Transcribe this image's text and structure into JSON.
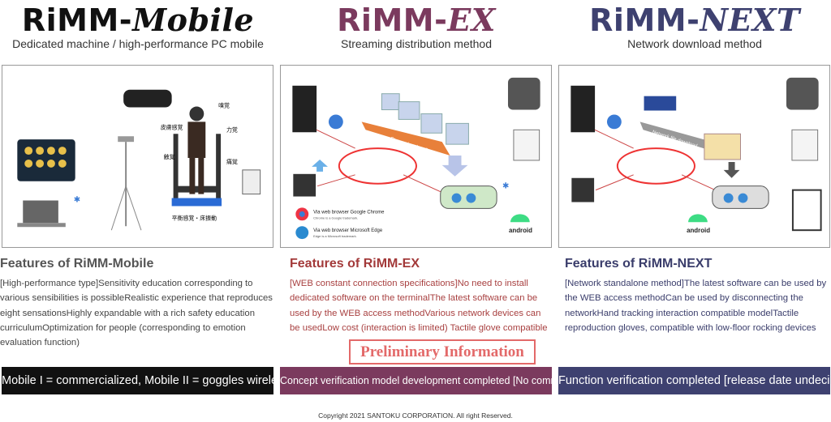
{
  "products": [
    {
      "logo_main": "RiMM-",
      "logo_suffix": "Mobile",
      "subtitle": "Dedicated machine / high-performance PC mobile",
      "features_title": "Features of RiMM-Mobile",
      "features_text": "[High-performance type]Sensitivity education corresponding to various sensibilities is possibleRealistic experience that reproduces eight sensationsHighly expandable with a rich safety education curriculumOptimization for people (corresponding to emotion evaluation function)",
      "status": "Mobile I = commercialized, Mobile II = goggles wireless",
      "color": "#111111",
      "heading_color": "#555555",
      "text_color": "#444444",
      "labels": [
        "嗅覚",
        "皮膚感覚",
        "力覚",
        "触覚",
        "痛覚",
        "平衡感覚・床振動"
      ]
    },
    {
      "logo_main": "RiMM-",
      "logo_suffix": "EX",
      "subtitle": "Streaming distribution method",
      "features_title": "Features of RiMM-EX",
      "features_text": "[WEB constant connection specifications]No need to install dedicated software on the terminalThe latest software can be used by the WEB access methodVarious network devices can be usedLow cost (interaction is limited) Tactile glove compatible",
      "status": "Concept verification model development completed [No commercialization planned]",
      "color": "#7b3a5e",
      "heading_color": "#a33a3a",
      "text_color": "#a84040",
      "streaming_label": "Streaming loading",
      "chrome_label": "Via web browser Google Chrome",
      "chrome_note": "Chrome is a Google trademark.",
      "edge_label": "Via web browser Microsoft Edge",
      "edge_note": "Edge is a Microsoft trademark.",
      "android_label": "android"
    },
    {
      "logo_main": "RiMM-",
      "logo_suffix": "NEXT",
      "subtitle": "Network download method",
      "features_title": "Features of RiMM-NEXT",
      "features_text": "[Network standalone method]The latest software can be used by the WEB access methodCan be used by disconnecting the networkHand tracking interaction compatible modelTactile reproduction gloves, compatible with low-floor rocking devices",
      "status": "Function verification completed [release date undecided]",
      "color": "#3e4170",
      "heading_color": "#3a3d6b",
      "text_color": "#3a3d6b",
      "download_label": "Network file download",
      "android_label": "android"
    }
  ],
  "stamp": "Preliminary Information",
  "copyright": "Copyright 2021 SANTOKU CORPORATION. All right Reserved."
}
